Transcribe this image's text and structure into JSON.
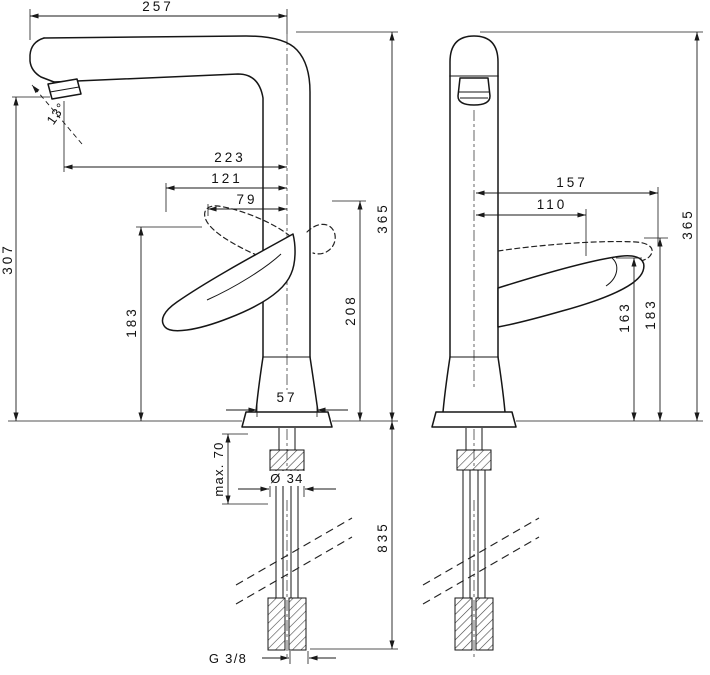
{
  "dims": {
    "left": {
      "spoutWidth": "257",
      "angle": "13°",
      "reach": "223",
      "r121": "121",
      "r79": "79",
      "height": "365",
      "outletHeight": "307",
      "handleHeight": "183",
      "h208": "208",
      "baseWidth": "57",
      "shankDia": "Ø 34",
      "maxMount": "max. 70",
      "lower": "835",
      "thread": "G 3/8"
    },
    "right": {
      "handleReachMax": "157",
      "handleReach": "110",
      "height": "365",
      "handleHeightMax": "183",
      "handleHeight": "163"
    }
  }
}
